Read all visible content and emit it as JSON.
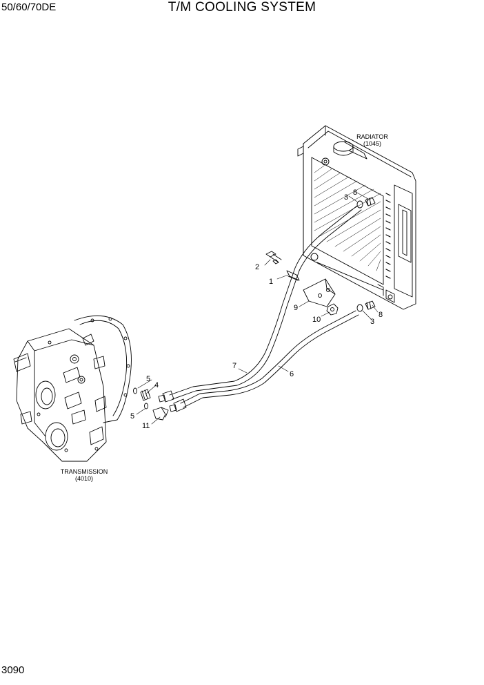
{
  "header": {
    "model": "50/60/70DE",
    "title": "T/M COOLING SYSTEM"
  },
  "footer": {
    "page_number": "3090"
  },
  "assemblies": {
    "radiator": {
      "name": "RADIATOR",
      "ref": "(1045)"
    },
    "transmission": {
      "name": "TRANSMISSION",
      "ref": "(4010)"
    }
  },
  "callouts": {
    "c1": "1",
    "c2": "2",
    "c3a": "3",
    "c3b": "3",
    "c4": "4",
    "c5a": "5",
    "c5b": "5",
    "c6": "6",
    "c7": "7",
    "c8a": "8",
    "c8b": "8",
    "c9": "9",
    "c10": "10",
    "c11": "11"
  }
}
